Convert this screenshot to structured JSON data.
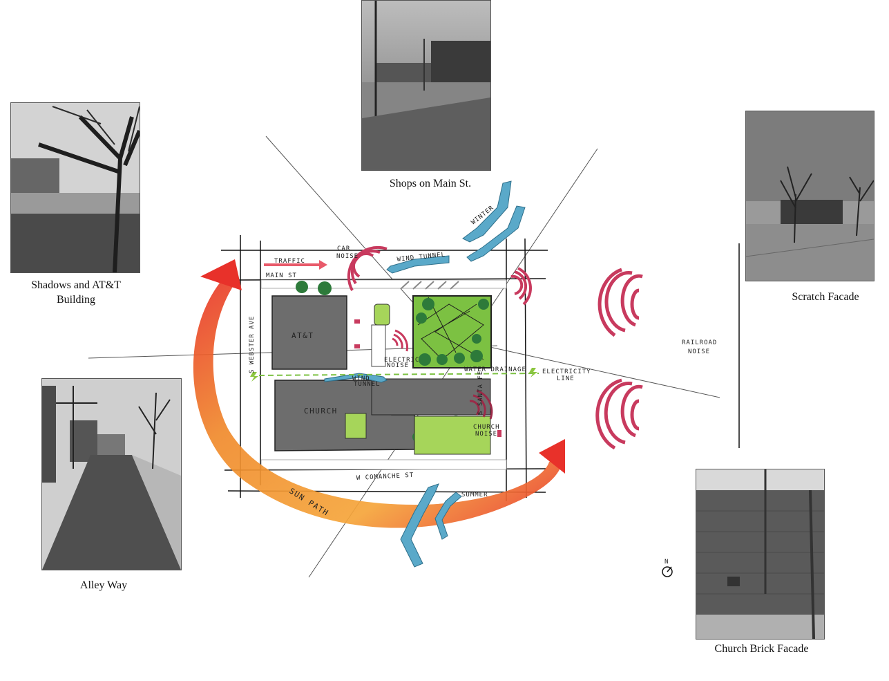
{
  "photos": [
    {
      "id": "main-st",
      "caption": "Shops on Main St."
    },
    {
      "id": "att",
      "caption": "Shadows and AT&T Building"
    },
    {
      "id": "scratch",
      "caption": "Scratch Facade"
    },
    {
      "id": "alley",
      "caption": "Alley Way"
    },
    {
      "id": "church",
      "caption": "Church Brick Facade"
    }
  ],
  "sketch": {
    "streets": {
      "main": "MAIN ST",
      "webster": "S WEBSTER AVE",
      "santa_fe": "S SANTA FE",
      "comanche": "W COMANCHE ST"
    },
    "buildings": {
      "att": "AT&T",
      "church": "CHURCH"
    },
    "labels": {
      "traffic": "TRAFFIC",
      "car_noise_1": "CAR",
      "car_noise_2": "NOISE",
      "wind_tunnel": "WIND TUNNEL",
      "winter": "WINTER",
      "railroad_1": "RAILROAD",
      "railroad_2": "NOISE",
      "water_drainage": "WATER DRAINAGE",
      "electricity_1": "ELECTRICITY",
      "electricity_2": "LINE",
      "wind_tunnel_2a": "WIND",
      "wind_tunnel_2b": "TUNNEL",
      "electric_1": "ELECTRIC",
      "electric_2": "NOISE",
      "church_noise_1": "CHURCH",
      "church_noise_2": "NOISE",
      "summer": "SUMMER",
      "sun_path": "SUN PATH",
      "north": "N"
    },
    "colors": {
      "sun_start": "#e8312a",
      "sun_mid": "#f08a2c",
      "sun_end": "#f5a53a",
      "noise": "#c83a5e",
      "wind": "#5aa9c9",
      "green": "#7cc142",
      "building": "#6d6d6d"
    }
  }
}
